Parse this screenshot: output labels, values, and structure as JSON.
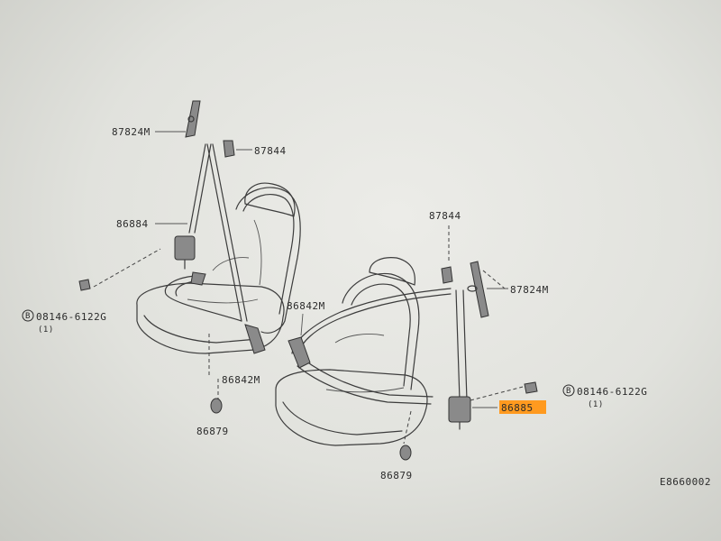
{
  "labels": {
    "left_retractor_anchor": "87824M",
    "left_bolt_cover": "87844",
    "left_belt_assembly": "86884",
    "left_bolt_spec": "08146-6122G",
    "left_bolt_qty": "(1)",
    "left_buckle": "86842M",
    "left_buckle_cover": "86879",
    "right_bolt_cover": "87844",
    "right_retractor_anchor": "87824M",
    "right_buckle": "86842M",
    "right_belt_assembly": "86885",
    "right_bolt_spec": "08146-6122G",
    "right_bolt_qty": "(1)",
    "right_buckle_cover": "86879",
    "figure_id": "E8660002"
  },
  "symbols": {
    "bolt_marker": "B"
  },
  "colors": {
    "paper": "#e6e7e2",
    "ink": "#3c3c3c",
    "highlight": "#ff9a1f"
  }
}
